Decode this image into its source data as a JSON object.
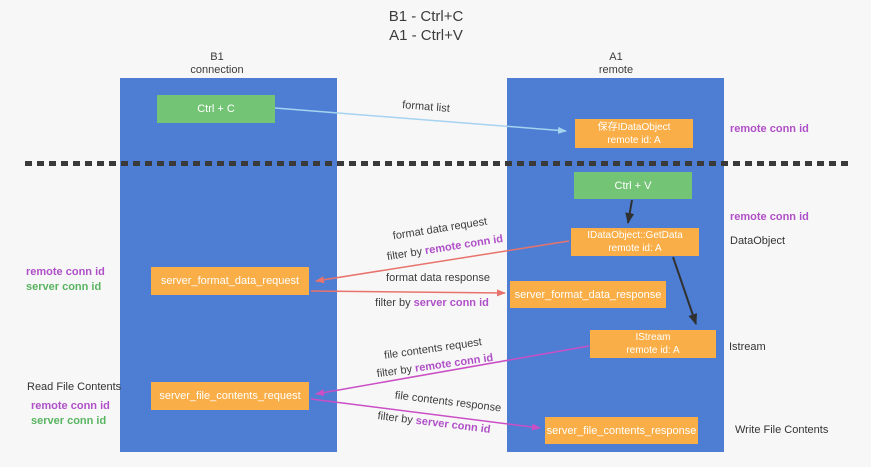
{
  "title": {
    "line1": "B1 - Ctrl+C",
    "line2": "A1 - Ctrl+V"
  },
  "columns": {
    "left": {
      "name": "B1",
      "subtitle": "connection"
    },
    "right": {
      "name": "A1",
      "subtitle": "remote"
    }
  },
  "nodes": {
    "ctrl_c": "Ctrl + C",
    "ctrl_v": "Ctrl + V",
    "saved_dataobject": {
      "line1": "保存IDataObject",
      "line2": "remote id: A"
    },
    "getdata": {
      "line1": "IDataObject::GetData",
      "line2": "remote id: A"
    },
    "istream": {
      "line1": "IStream",
      "line2": "remote id: A"
    },
    "server_format_data_request": "server_format_data_request",
    "server_format_data_response": "server_format_data_response",
    "server_file_contents_request": "server_file_contents_request",
    "server_file_contents_response": "server_file_contents_response"
  },
  "arrow_labels": {
    "format_list": "format list",
    "format_data_request": {
      "title": "format data request",
      "filter_prefix": "filter by ",
      "filter_key": "remote conn id"
    },
    "format_data_response": {
      "title": "format data response",
      "filter_prefix": "filter by ",
      "filter_key": "server conn id"
    },
    "file_contents_request": {
      "title": "file contents request",
      "filter_prefix": "filter by ",
      "filter_key": "remote conn id"
    },
    "file_contents_response": {
      "title": "file contents response",
      "filter_prefix": "filter by ",
      "filter_key": "server conn id"
    }
  },
  "side_labels": {
    "remote_conn_id": "remote conn id",
    "server_conn_id": "server conn id",
    "dataobject": "DataObject",
    "istream": "Istream",
    "read_file_contents": "Read File Contents",
    "write_file_contents": "Write File Contents"
  },
  "colors": {
    "background": "#f7f7f7",
    "panel_blue": "#4d7ed3",
    "box_green": "#74c476",
    "box_orange": "#f9ae47",
    "arrow_lightblue": "#a5d3f0",
    "arrow_red": "#e8736c",
    "arrow_magenta": "#ca4fc5",
    "arrow_black": "#303030",
    "label_purple": "#b050c8",
    "label_green": "#58b460",
    "text_dark": "#3c3c3c"
  }
}
